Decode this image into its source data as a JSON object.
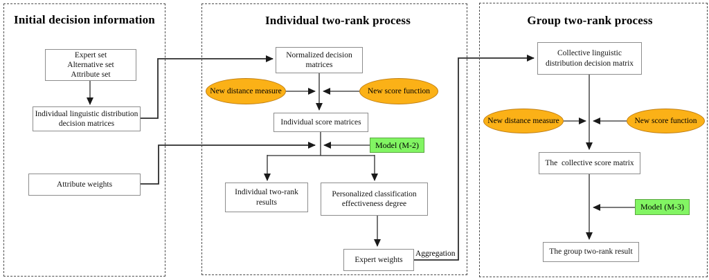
{
  "colors": {
    "orange-fill": "#FBB117",
    "orange-border": "#BF7D12",
    "green-fill": "#82F563",
    "green-border": "#5AA640",
    "box-border": "#8C8C8C",
    "line": "#262626",
    "panel-border": "#4A4A4A"
  },
  "initial": {
    "title": "Initial decision information",
    "sets_box": {
      "lines": [
        "Expert set",
        "Alternative set",
        "Attribute set"
      ]
    },
    "matrices_box": {
      "lines": [
        "Individual linguistic distribution",
        "decision matrices"
      ]
    },
    "weights_box": "Attribute weights"
  },
  "individual": {
    "title": "Individual two-rank process",
    "normalized_box": {
      "lines": [
        "Normalized decision",
        "matrices"
      ]
    },
    "distance_ellipse": "New distance measure",
    "score_ellipse": "New score function",
    "score_box": "Individual score matrices",
    "model_box": "Model (M-2)",
    "results_box": {
      "lines": [
        "Individual two-rank",
        "results"
      ]
    },
    "personalized_box": {
      "lines": [
        "Personalized classification",
        "effectiveness degree"
      ]
    },
    "expert_weights_box": "Expert weights",
    "aggregation_label": "Aggregation"
  },
  "group": {
    "title": "Group two-rank process",
    "collective_box": {
      "lines": [
        "Collective linguistic",
        "distribution decision matrix"
      ]
    },
    "distance_ellipse": "New distance measure",
    "score_ellipse": "New score function",
    "score_box": "The  collective score matrix",
    "model_box": "Model (M-3)",
    "result_box": "The group two-rank result"
  }
}
